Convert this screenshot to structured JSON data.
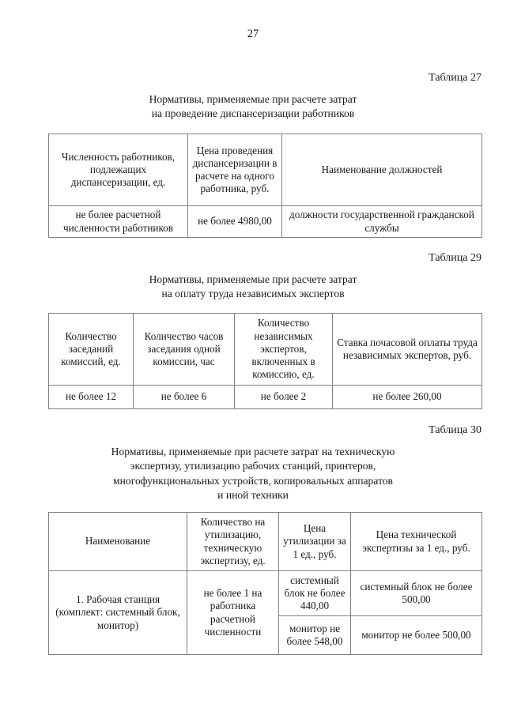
{
  "page": {
    "number": "27"
  },
  "tables": [
    {
      "label": "Таблица 27",
      "title_lines": [
        "Нормативы, применяемые при расчете затрат",
        "на проведение диспансеризации работников"
      ],
      "headers": [
        "Численность работников, подлежащих диспансеризации, ед.",
        "Цена проведения диспансеризации в расчете на одного работника, руб.",
        "Наименование должностей"
      ],
      "rows": [
        [
          "не более расчетной численности работников",
          "не более 4980,00",
          "должности государственной гражданской службы"
        ]
      ]
    },
    {
      "label": "Таблица 29",
      "title_lines": [
        "Нормативы, применяемые при расчете затрат",
        "на оплату труда независимых экспертов"
      ],
      "headers": [
        "Количество заседаний комиссий, ед.",
        "Количество часов заседания одной комиссии, час",
        "Количество независимых экспертов, включенных в комиссию, ед.",
        "Ставка почасовой оплаты труда независимых экспертов, руб."
      ],
      "rows": [
        [
          "не более 12",
          "не более 6",
          "не более 2",
          "не более 260,00"
        ]
      ]
    },
    {
      "label": "Таблица 30",
      "title_lines": [
        "Нормативы, применяемые при расчете затрат на техническую",
        "экспертизу, утилизацию рабочих станций, принтеров,",
        "многофункциональных устройств, копировальных аппаратов",
        "и иной техники"
      ],
      "headers": [
        "Наименование",
        "Количество на утилизацию, техническую экспертизу, ед.",
        "Цена утилизации за 1 ед., руб.",
        "Цена технической экспертизы за 1 ед., руб."
      ],
      "rows": [
        {
          "name": "1. Рабочая станция (комплект: системный блок, монитор)",
          "quantity": "не более 1 на работника расчетной численности",
          "subrows": [
            {
              "utilization_price": "системный блок не более 440,00",
              "expertise_price": "системный блок не более 500,00"
            },
            {
              "utilization_price": "монитор не более 548,00",
              "expertise_price": "монитор не более 500,00"
            }
          ]
        }
      ]
    }
  ]
}
